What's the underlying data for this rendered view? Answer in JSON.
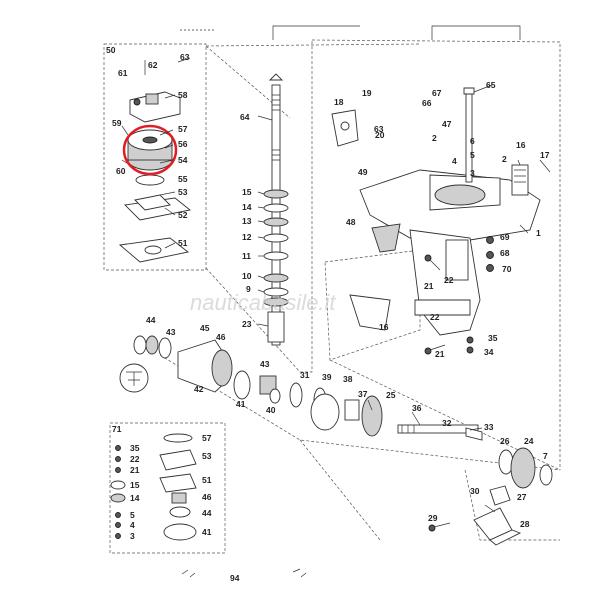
{
  "diagram": {
    "watermark": "nauticabasile.it",
    "page_number": "94",
    "highlight_color": "#e31b23",
    "part_labels": {
      "p1": "1",
      "p2a": "2",
      "p2b": "2",
      "p3": "3",
      "p4": "4",
      "p5": "5",
      "p6": "6",
      "p7": "7",
      "p9": "9",
      "p10": "10",
      "p11": "11",
      "p12": "12",
      "p13": "13",
      "p14": "14",
      "p15": "15",
      "p16a": "16",
      "p16b": "16",
      "p17": "17",
      "p18": "18",
      "p19": "19",
      "p20": "20",
      "p21a": "21",
      "p21b": "21",
      "p22a": "22",
      "p22b": "22",
      "p23": "23",
      "p24": "24",
      "p25": "25",
      "p26": "26",
      "p27": "27",
      "p28": "28",
      "p29": "29",
      "p30": "30",
      "p31": "31",
      "p32": "32",
      "p33": "33",
      "p34": "34",
      "p35": "35",
      "p36": "36",
      "p37": "37",
      "p38": "38",
      "p39": "39",
      "p40": "40",
      "p41": "41",
      "p42": "42",
      "p43a": "43",
      "p43b": "43",
      "p44": "44",
      "p45": "45",
      "p46": "46",
      "p47": "47",
      "p48": "48",
      "p49": "49",
      "p50": "50",
      "p51": "51",
      "p52": "52",
      "p53": "53",
      "p54": "54",
      "p55": "55",
      "p56": "56",
      "p57": "57",
      "p58": "58",
      "p59": "59",
      "p60": "60",
      "p61": "61",
      "p62": "62",
      "p63a": "63",
      "p63b": "63",
      "p64": "64",
      "p65": "65",
      "p66": "66",
      "p67": "67",
      "p68": "68",
      "p69": "69",
      "p70": "70",
      "p71": "71"
    },
    "kit_labels_left": [
      "35",
      "22",
      "21",
      "15",
      "14",
      "5",
      "4",
      "3"
    ],
    "kit_labels_right": [
      "57",
      "53",
      "51",
      "46",
      "44",
      "41"
    ]
  }
}
